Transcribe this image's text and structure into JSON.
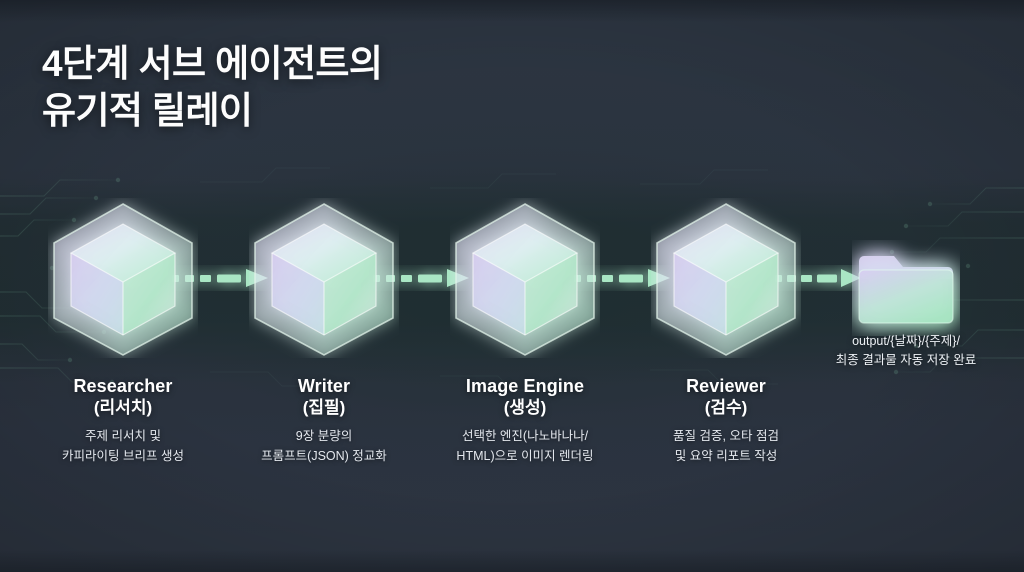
{
  "title": "4단계 서브 에이전트의\n유기적 릴레이",
  "colors": {
    "background": "#2b3340",
    "title_text": "#fdfdfd",
    "accent_mint": "#a8e6c4",
    "accent_lavender": "#cfc4ec",
    "desc_text": "#e4e8ee",
    "connector": "#9fe0ba"
  },
  "pipeline": {
    "stages": [
      {
        "name": "Researcher",
        "name_ko": "(리서치)",
        "desc": "주제 리서치 및\n카피라이팅 브리프 생성",
        "icon": "cube-icon"
      },
      {
        "name": "Writer",
        "name_ko": "(집필)",
        "desc": "9장 분량의\n프롬프트(JSON) 정교화",
        "icon": "cube-icon"
      },
      {
        "name": "Image Engine",
        "name_ko": "(생성)",
        "desc": "선택한 엔진(나노바나나/\nHTML)으로 이미지 렌더링",
        "icon": "cube-icon"
      },
      {
        "name": "Reviewer",
        "name_ko": "(검수)",
        "desc": "품질 검증, 오타 점검\n및 요약 리포트 작성",
        "icon": "cube-icon"
      }
    ],
    "connectors": [
      {
        "icon": "dashed-arrow-right-icon"
      },
      {
        "icon": "dashed-arrow-right-icon"
      },
      {
        "icon": "dashed-arrow-right-icon"
      },
      {
        "icon": "dashed-arrow-right-icon"
      }
    ],
    "output": {
      "icon": "folder-icon",
      "path": "output/{날짜}/{주제}/",
      "status": "최종 결과물 자동 저장 완료",
      "caption": "output/{날짜}/{주제}/\n최종 결과물 자동 저장 완료"
    }
  }
}
